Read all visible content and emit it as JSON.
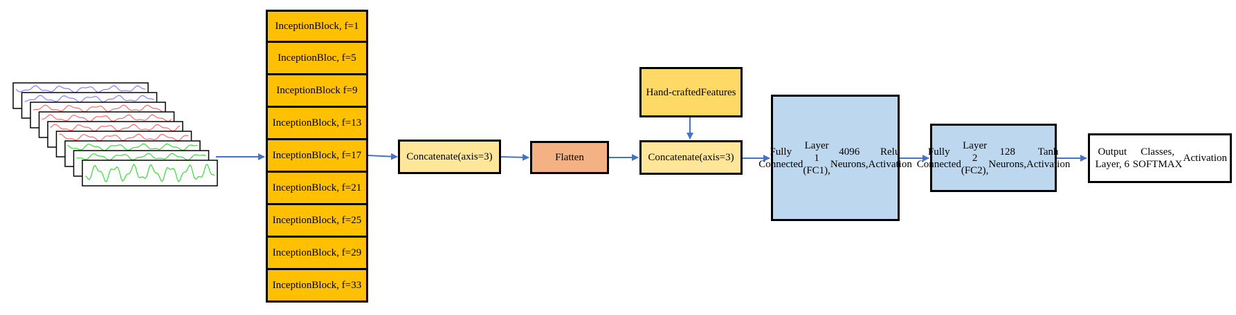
{
  "colors": {
    "inception": "#ffc000",
    "concat": "#ffe699",
    "handcrafted": "#ffd966",
    "flatten": "#f4b183",
    "fc": "#bdd7ee",
    "arrow": "#4472c4",
    "signal_blue": "#7f7fff",
    "signal_red": "#ff6666",
    "signal_green": "#33dd33"
  },
  "input_signals": {
    "icon": "stacked-signal-waveforms"
  },
  "inception_blocks": [
    {
      "line1": "Inception",
      "line2": "Block, f=1"
    },
    {
      "line1": "Inception",
      "line2": "Bloc, f=5"
    },
    {
      "line1": "Inception",
      "line2": "Block f=9"
    },
    {
      "line1": "Inception",
      "line2": "Block, f=13"
    },
    {
      "line1": "Inception",
      "line2": "Block, f=17"
    },
    {
      "line1": "Inception",
      "line2": "Block, f=21"
    },
    {
      "line1": "Inception",
      "line2": "Block, f=25"
    },
    {
      "line1": "Inception",
      "line2": "Block, f=29"
    },
    {
      "line1": "Inception",
      "line2": "Block, f=33"
    }
  ],
  "concat1": {
    "line1": "Concatenate",
    "line2": "(axis=3)"
  },
  "flatten": {
    "label": "Flatten"
  },
  "handcrafted": {
    "line1": "Hand-",
    "line2": "crafted",
    "line3": "Features"
  },
  "concat2": {
    "line1": "Concatenate",
    "line2": "(axis=3)"
  },
  "fc1": {
    "line1": "Fully Connected",
    "line2": "Layer 1 (FC1),",
    "line3": "4096 Neurons,",
    "line4": "Relu Activation"
  },
  "fc2": {
    "line1": "Fully Connected",
    "line2": "Layer 2 (FC2),",
    "line3": "128 Neurons,",
    "line4": "Tanh Activation"
  },
  "output": {
    "line1": "Output Layer, 6",
    "line2": "Classes, SOFTMAX",
    "line3": "Activation"
  }
}
